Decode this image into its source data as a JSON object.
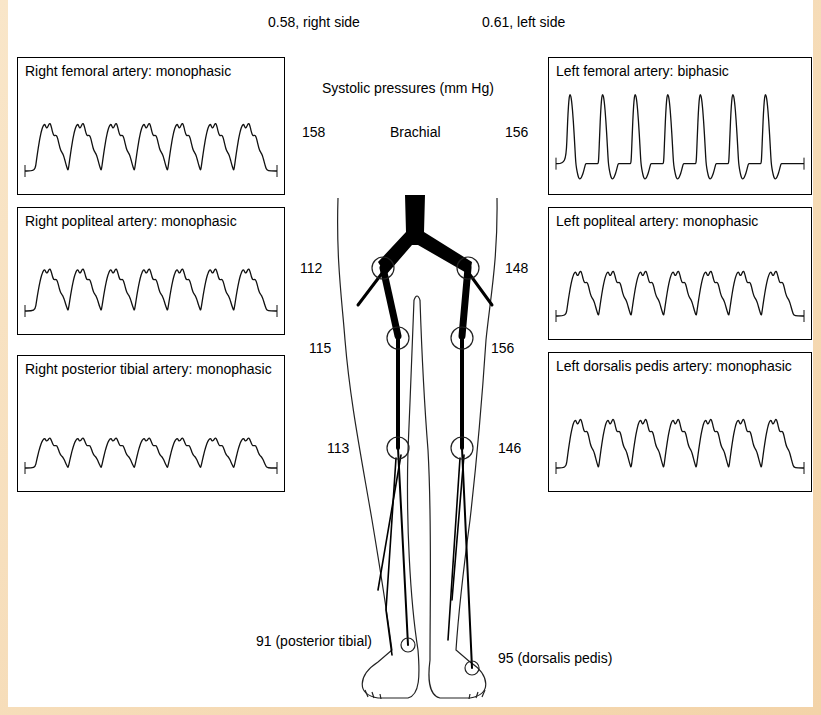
{
  "diagram": {
    "nodes": [
      {
        "text": [
          "Right femoral artery: monophasic"
        ]
      },
      {
        "text": [
          "Left femoral artery: biphasic"
        ]
      },
      {
        "text": [
          "Right popliteal artery: monophasic"
        ]
      },
      {
        "text": [
          "Left popliteal artery: monophasic"
        ]
      },
      {
        "text": [
          "Right posterior tibial artery: monophasic"
        ]
      },
      {
        "text": [
          "Left dorsalis pedis artery: monophasic"
        ]
      }
    ],
    "labels": [
      "0.58, right side",
      "0.61, left side",
      "Systolic pressures (mm Hg)",
      "158",
      "Brachial",
      "156",
      "112",
      "115",
      "113",
      "148",
      "156",
      "146",
      "91 (posterior tibial)",
      "95 (dorsalis pedis)"
    ]
  }
}
